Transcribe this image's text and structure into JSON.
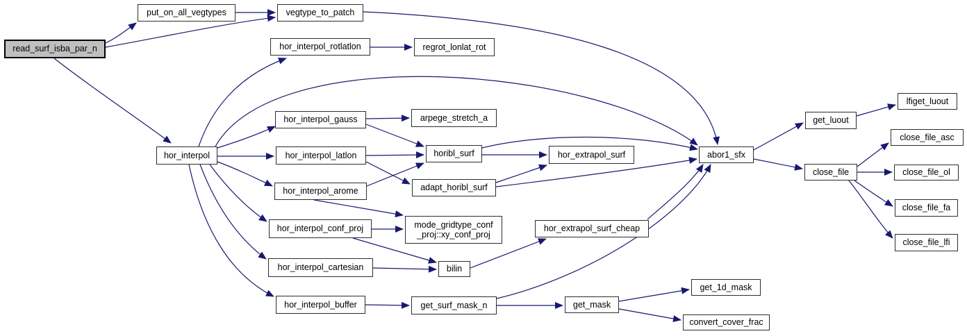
{
  "diagram": {
    "type": "doxygen-call-graph",
    "colors": {
      "edge": "#191970",
      "node_border": "#2d2d2d",
      "node_fill": "#fefefe",
      "focus_fill": "#bfbfbf",
      "text": "#000000",
      "background": "#ffffff"
    },
    "nodes": [
      {
        "id": "read_surf_isba_par_n",
        "label": "read_surf_isba_par_n",
        "role": "focus"
      },
      {
        "id": "put_on_all_vegtypes",
        "label": "put_on_all_vegtypes",
        "role": "callee"
      },
      {
        "id": "vegtype_to_patch",
        "label": "vegtype_to_patch",
        "role": "callee"
      },
      {
        "id": "hor_interpol_rotlatlon",
        "label": "hor_interpol_rotlatlon",
        "role": "callee"
      },
      {
        "id": "regrot_lonlat_rot",
        "label": "regrot_lonlat_rot",
        "role": "callee"
      },
      {
        "id": "hor_interpol",
        "label": "hor_interpol",
        "role": "callee"
      },
      {
        "id": "hor_interpol_gauss",
        "label": "hor_interpol_gauss",
        "role": "callee"
      },
      {
        "id": "arpege_stretch_a",
        "label": "arpege_stretch_a",
        "role": "callee"
      },
      {
        "id": "hor_interpol_latlon",
        "label": "hor_interpol_latlon",
        "role": "callee"
      },
      {
        "id": "horibl_surf",
        "label": "horibl_surf",
        "role": "callee"
      },
      {
        "id": "hor_extrapol_surf",
        "label": "hor_extrapol_surf",
        "role": "callee"
      },
      {
        "id": "hor_interpol_arome",
        "label": "hor_interpol_arome",
        "role": "callee"
      },
      {
        "id": "adapt_horibl_surf",
        "label": "adapt_horibl_surf",
        "role": "callee"
      },
      {
        "id": "hor_interpol_conf_proj",
        "label": "hor_interpol_conf_proj",
        "role": "callee"
      },
      {
        "id": "xy_conf_proj",
        "label": "mode_gridtype_conf\n_proj::xy_conf_proj",
        "role": "callee"
      },
      {
        "id": "hor_interpol_cartesian",
        "label": "hor_interpol_cartesian",
        "role": "callee"
      },
      {
        "id": "bilin",
        "label": "bilin",
        "role": "callee"
      },
      {
        "id": "hor_interpol_buffer",
        "label": "hor_interpol_buffer",
        "role": "callee"
      },
      {
        "id": "get_surf_mask_n",
        "label": "get_surf_mask_n",
        "role": "callee"
      },
      {
        "id": "hor_extrapol_surf_cheap",
        "label": "hor_extrapol_surf_cheap",
        "role": "callee"
      },
      {
        "id": "abor1_sfx",
        "label": "abor1_sfx",
        "role": "callee"
      },
      {
        "id": "get_luout",
        "label": "get_luout",
        "role": "callee"
      },
      {
        "id": "lfiget_luout",
        "label": "lfiget_luout",
        "role": "callee"
      },
      {
        "id": "close_file",
        "label": "close_file",
        "role": "callee"
      },
      {
        "id": "close_file_asc",
        "label": "close_file_asc",
        "role": "callee"
      },
      {
        "id": "close_file_ol",
        "label": "close_file_ol",
        "role": "callee"
      },
      {
        "id": "close_file_fa",
        "label": "close_file_fa",
        "role": "callee"
      },
      {
        "id": "close_file_lfi",
        "label": "close_file_lfi",
        "role": "callee"
      },
      {
        "id": "get_mask",
        "label": "get_mask",
        "role": "callee"
      },
      {
        "id": "get_1d_mask",
        "label": "get_1d_mask",
        "role": "callee"
      },
      {
        "id": "convert_cover_frac",
        "label": "convert_cover_frac",
        "role": "callee"
      }
    ],
    "edges": [
      {
        "from": "read_surf_isba_par_n",
        "to": "put_on_all_vegtypes"
      },
      {
        "from": "read_surf_isba_par_n",
        "to": "vegtype_to_patch"
      },
      {
        "from": "read_surf_isba_par_n",
        "to": "hor_interpol"
      },
      {
        "from": "put_on_all_vegtypes",
        "to": "vegtype_to_patch"
      },
      {
        "from": "vegtype_to_patch",
        "to": "abor1_sfx"
      },
      {
        "from": "hor_interpol",
        "to": "hor_interpol_rotlatlon"
      },
      {
        "from": "hor_interpol",
        "to": "abor1_sfx"
      },
      {
        "from": "hor_interpol",
        "to": "hor_interpol_gauss"
      },
      {
        "from": "hor_interpol",
        "to": "hor_interpol_latlon"
      },
      {
        "from": "hor_interpol",
        "to": "hor_interpol_arome"
      },
      {
        "from": "hor_interpol",
        "to": "hor_interpol_conf_proj"
      },
      {
        "from": "hor_interpol",
        "to": "hor_interpol_cartesian"
      },
      {
        "from": "hor_interpol",
        "to": "hor_interpol_buffer"
      },
      {
        "from": "hor_interpol_rotlatlon",
        "to": "regrot_lonlat_rot"
      },
      {
        "from": "hor_interpol_gauss",
        "to": "arpege_stretch_a"
      },
      {
        "from": "hor_interpol_gauss",
        "to": "horibl_surf"
      },
      {
        "from": "hor_interpol_latlon",
        "to": "horibl_surf"
      },
      {
        "from": "hor_interpol_latlon",
        "to": "adapt_horibl_surf"
      },
      {
        "from": "hor_interpol_arome",
        "to": "horibl_surf"
      },
      {
        "from": "hor_interpol_arome",
        "to": "xy_conf_proj"
      },
      {
        "from": "hor_interpol_conf_proj",
        "to": "xy_conf_proj"
      },
      {
        "from": "hor_interpol_conf_proj",
        "to": "bilin"
      },
      {
        "from": "hor_interpol_cartesian",
        "to": "bilin"
      },
      {
        "from": "hor_interpol_buffer",
        "to": "get_surf_mask_n"
      },
      {
        "from": "horibl_surf",
        "to": "hor_extrapol_surf"
      },
      {
        "from": "horibl_surf",
        "to": "abor1_sfx"
      },
      {
        "from": "adapt_horibl_surf",
        "to": "hor_extrapol_surf"
      },
      {
        "from": "adapt_horibl_surf",
        "to": "abor1_sfx"
      },
      {
        "from": "bilin",
        "to": "hor_extrapol_surf_cheap"
      },
      {
        "from": "hor_extrapol_surf_cheap",
        "to": "abor1_sfx"
      },
      {
        "from": "get_surf_mask_n",
        "to": "abor1_sfx"
      },
      {
        "from": "get_surf_mask_n",
        "to": "get_mask"
      },
      {
        "from": "get_mask",
        "to": "get_1d_mask"
      },
      {
        "from": "get_mask",
        "to": "convert_cover_frac"
      },
      {
        "from": "abor1_sfx",
        "to": "get_luout"
      },
      {
        "from": "abor1_sfx",
        "to": "close_file"
      },
      {
        "from": "get_luout",
        "to": "lfiget_luout"
      },
      {
        "from": "close_file",
        "to": "close_file_asc"
      },
      {
        "from": "close_file",
        "to": "close_file_ol"
      },
      {
        "from": "close_file",
        "to": "close_file_fa"
      },
      {
        "from": "close_file",
        "to": "close_file_lfi"
      }
    ]
  }
}
